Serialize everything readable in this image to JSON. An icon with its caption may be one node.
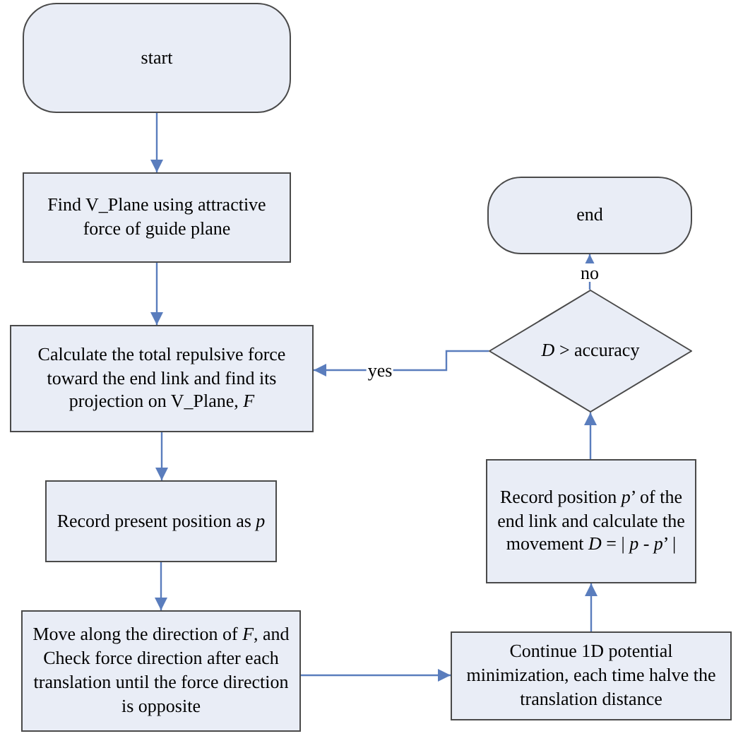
{
  "diagram": {
    "nodes": [
      {
        "text": [
          "start"
        ]
      },
      {
        "text": [
          "Find V_Plane using attractive force of guide plane"
        ]
      },
      {
        "text": [
          "Calculate the total repulsive force toward the end link and find its projection on V_Plane,  *F*"
        ]
      },
      {
        "text": [
          "Record present position as *p*"
        ]
      },
      {
        "text": [
          "Move along the direction of *F*, and Check force direction after each translation until the force direction is opposite"
        ]
      },
      {
        "text": [
          "Continue 1D potential minimization, each time halve the translation distance"
        ]
      },
      {
        "text": [
          "Record position *p*’ of the end link and calculate the movement *D* = | *p* - *p*’ |"
        ]
      },
      {
        "text": [
          "*D* > accuracy"
        ]
      },
      {
        "text": [
          "end"
        ]
      }
    ],
    "edges": [
      {
        "from": 0,
        "to": 1,
        "arrow": "to"
      },
      {
        "from": 1,
        "to": 2,
        "arrow": "to"
      },
      {
        "from": 2,
        "to": 3,
        "arrow": "to"
      },
      {
        "from": 3,
        "to": 4,
        "arrow": "to"
      },
      {
        "from": 4,
        "to": 5,
        "arrow": "to"
      },
      {
        "from": 5,
        "to": 6,
        "arrow": "to"
      },
      {
        "from": 6,
        "to": 7,
        "arrow": "to"
      },
      {
        "from": 7,
        "to": 8,
        "label": "no",
        "arrow": "to"
      },
      {
        "from": 7,
        "to": 2,
        "label": "yes",
        "arrow": "to"
      }
    ]
  }
}
